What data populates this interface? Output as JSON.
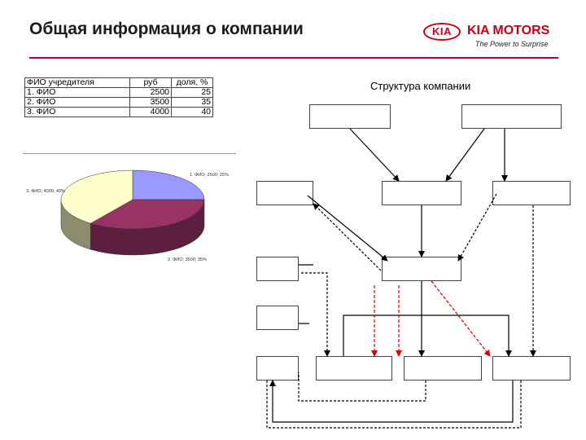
{
  "header": {
    "title": "Общая информация о компании"
  },
  "logo": {
    "emblem": "KIA",
    "name": "KIA MOTORS",
    "tagline": "The Power to Surprise"
  },
  "owners_table": {
    "headers": [
      "ФИО учредителя",
      "руб",
      "доля, %"
    ],
    "rows": [
      [
        "1. ФИО",
        "2500",
        "25"
      ],
      [
        "2. ФИО",
        "3500",
        "35"
      ],
      [
        "3. ФИО",
        "4000",
        "40"
      ]
    ]
  },
  "chart_data": {
    "type": "pie",
    "categories": [
      "1. ФИО",
      "2. ФИО",
      "3. ФИО"
    ],
    "values": [
      2500,
      3500,
      4000
    ],
    "labels": [
      "1. ФИО; 2500; 25%",
      "2. ФИО; 3500; 35%",
      "3. ФИО; 4000; 40%"
    ],
    "colors": [
      "#9999ff",
      "#993366",
      "#ffffcc"
    ],
    "side_colors": [
      "#5a5aa8",
      "#5c1f3d",
      "#8c8c6e"
    ]
  },
  "structure": {
    "title": "Структура компании",
    "line_color": "#000000",
    "highlight_color": "#e00000"
  }
}
